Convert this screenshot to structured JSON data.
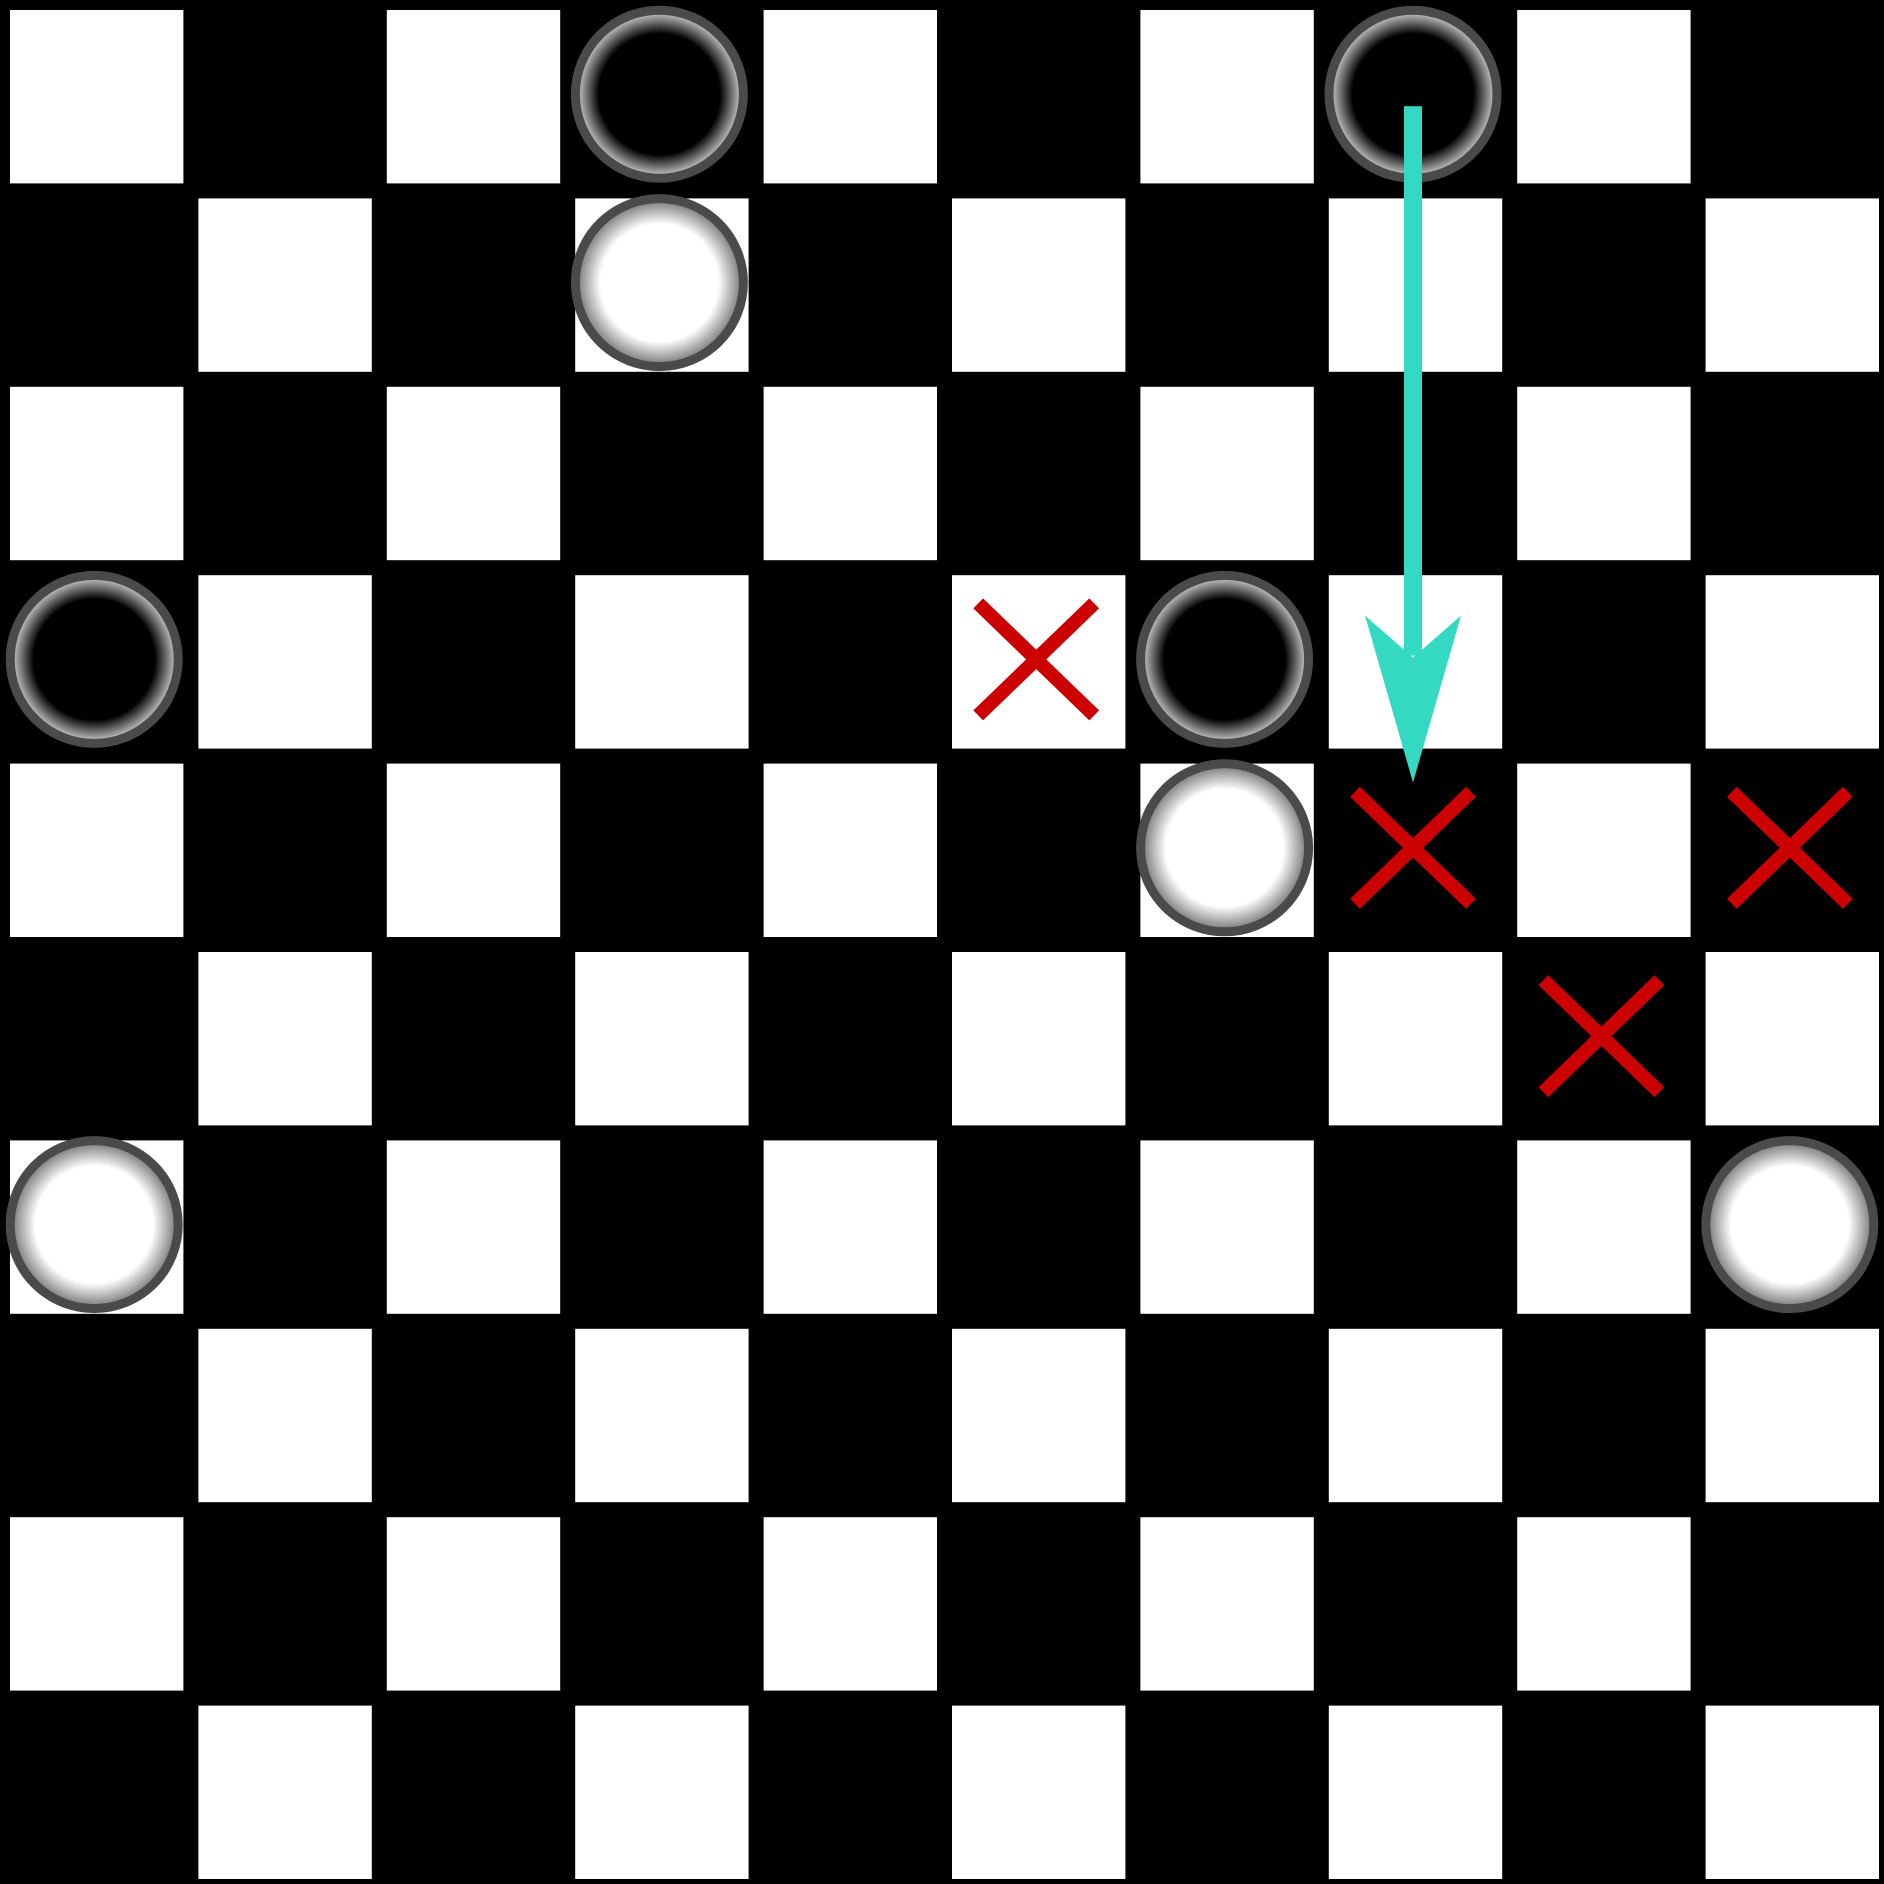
{
  "board": {
    "rows": 10,
    "cols": 10,
    "light_square_color": "#ffffff",
    "dark_square_color": "#000000",
    "grid_color": "#000000"
  },
  "pieces": [
    {
      "color": "black",
      "row": 0,
      "col": 3
    },
    {
      "color": "black",
      "row": 0,
      "col": 7
    },
    {
      "color": "white",
      "row": 1,
      "col": 3
    },
    {
      "color": "black",
      "row": 3,
      "col": 0
    },
    {
      "color": "black",
      "row": 3,
      "col": 6
    },
    {
      "color": "white",
      "row": 4,
      "col": 6
    },
    {
      "color": "white",
      "row": 6,
      "col": 0
    },
    {
      "color": "white",
      "row": 6,
      "col": 9
    }
  ],
  "piece_style": {
    "ring_color": "#4a4a4a",
    "black_center": "#000000",
    "white_center": "#ffffff",
    "rim_highlight": "#dddddd"
  },
  "markers": [
    {
      "type": "x-mark",
      "row": 3,
      "col": 5
    },
    {
      "type": "x-mark",
      "row": 4,
      "col": 7
    },
    {
      "type": "x-mark",
      "row": 4,
      "col": 9
    },
    {
      "type": "x-mark",
      "row": 5,
      "col": 8
    }
  ],
  "marker_color": "#cc0000",
  "move_arrow": {
    "from": {
      "row": 0,
      "col": 7
    },
    "to": {
      "row": 4,
      "col": 7
    },
    "color": "#33d9c1"
  }
}
